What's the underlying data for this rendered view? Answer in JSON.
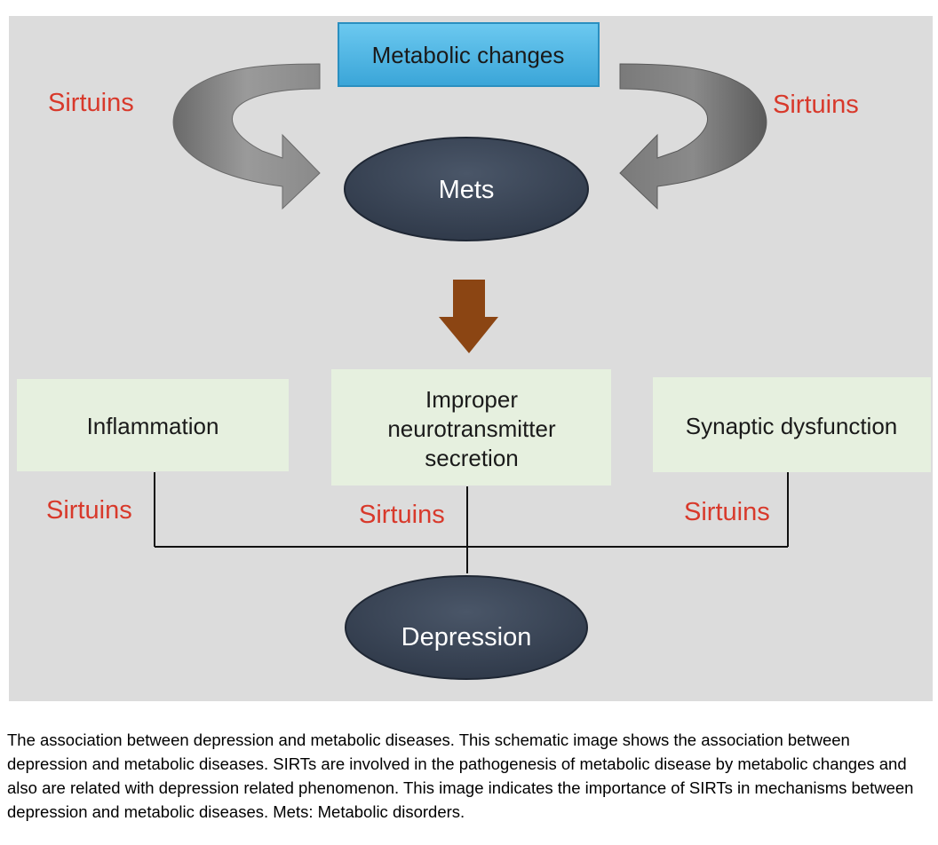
{
  "diagram": {
    "top_box": "Metabolic changes",
    "mets_node": "Mets",
    "depression_node": "Depression",
    "sirtuins_label": "Sirtuins",
    "effects": {
      "inflammation": "Inflammation",
      "neurotransmitter_lines": [
        "Improper",
        "neurotransmitter",
        "secretion"
      ],
      "synaptic": "Synaptic dysfunction"
    },
    "colors": {
      "panel": "#dcdcdc",
      "top_box_fill": "#4fb7e6",
      "node_fill": "#3a4556",
      "effect_box_fill": "#e6f0df",
      "sirtuins_text": "#d8392b",
      "down_arrow": "#8b4513",
      "side_arrows": "#7a7a7a"
    }
  },
  "caption": "The association between depression and metabolic diseases. This schematic image shows the association between depression and metabolic diseases. SIRTs are involved in the pathogenesis of metabolic disease by metabolic changes and also are related with depression related phenomenon. This image indicates the importance of SIRTs in mechanisms between depression and metabolic diseases. Mets: Metabolic disorders."
}
